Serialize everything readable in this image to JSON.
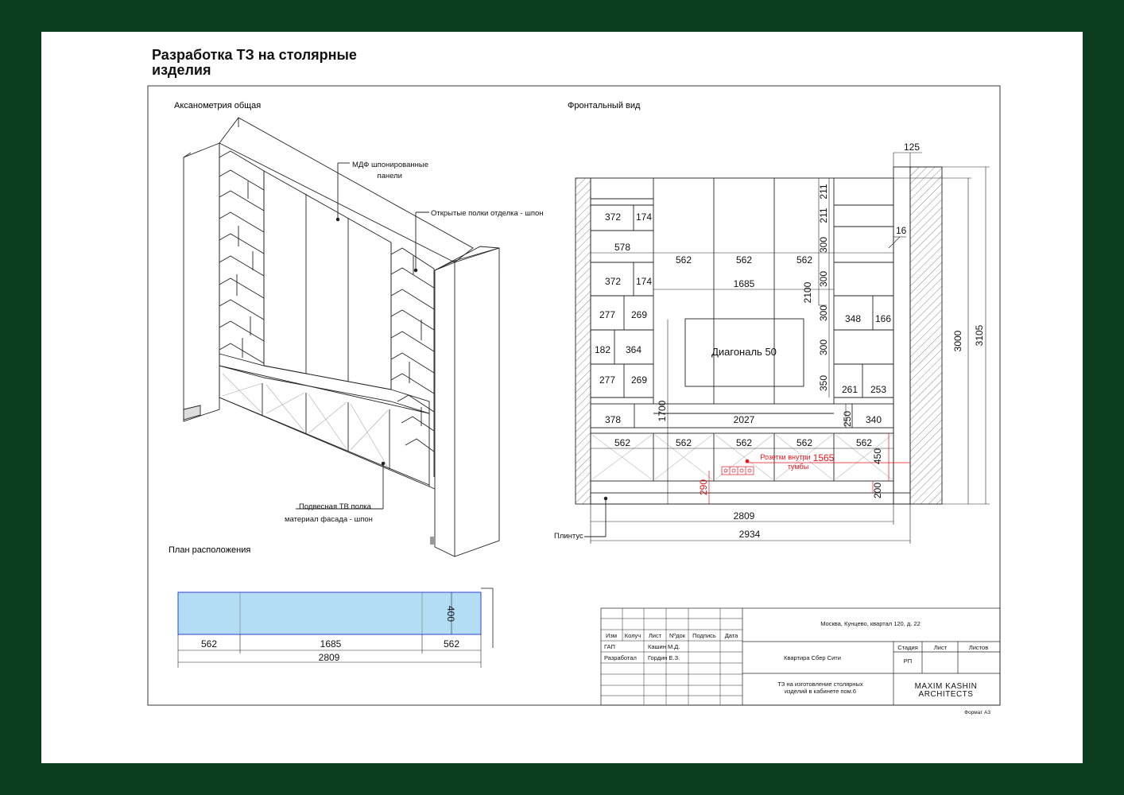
{
  "title": {
    "line1": "Разработка ТЗ на столярные",
    "line2": "изделия"
  },
  "views": {
    "axonometry": "Аксанометрия общая",
    "front": "Фронтальный вид",
    "plan": "План расположения"
  },
  "callouts": {
    "mdf_line1": "МДФ шпонированные",
    "mdf_line2": "панели",
    "open_shelves": "Открытые полки отделка - шпон",
    "tv_shelf_line1": "Подвесная ТВ полка",
    "tv_shelf_line2": "материал фасада - шпон",
    "plinth": "Плинтус",
    "sockets_line1": "Розетки внутри",
    "sockets_line2": "тумбы",
    "tv": "Диагональ 50"
  },
  "dims": {
    "d125": "125",
    "d16": "16",
    "d3000": "3000",
    "d3105": "3105",
    "d372a": "372",
    "d174a": "174",
    "d578": "578",
    "d372b": "372",
    "d174b": "174",
    "d277a": "277",
    "d269a": "269",
    "d182": "182",
    "d364": "364",
    "d277b": "277",
    "d269b": "269",
    "d378": "378",
    "d1700": "1700",
    "d2027": "2027",
    "d250": "250",
    "d340": "340",
    "d562a": "562",
    "d562b": "562",
    "d562c": "562",
    "d1685": "1685",
    "d2100": "2100",
    "d211a": "211",
    "d211b": "211",
    "d300a": "300",
    "d300b": "300",
    "d300c": "300",
    "d300d": "300",
    "d350": "350",
    "d348": "348",
    "d166": "166",
    "d261": "261",
    "d253": "253",
    "b562a": "562",
    "b562b": "562",
    "b562c": "562",
    "b562d": "562",
    "b562e": "562",
    "d1565": "1565",
    "d450": "450",
    "d290": "290",
    "d200": "200",
    "d2809": "2809",
    "d2934": "2934",
    "p400": "400",
    "p562a": "562",
    "p1685": "1685",
    "p562b": "562",
    "p2809": "2809"
  },
  "stamp": {
    "address": "Москва, Кунцево, квартал 120, д. 22",
    "col_izm": "Изм",
    "col_koluch": "Колуч",
    "col_list": "Лист",
    "col_ndok": "Nºдок",
    "col_podpis": "Подпись",
    "col_data": "Дата",
    "role1": "ГАП",
    "name1": "Кашин М.Д.",
    "role2": "Разработал",
    "name2": "Гордин Е.З.",
    "project": "Квартира Сбер Сити",
    "stage_label": "Стадия",
    "sheet_label": "Лист",
    "sheets_label": "Листов",
    "stage_value": "РП",
    "desc_line1": "ТЗ на изготовление столярных",
    "desc_line2": "изделий в кабинете пом.6",
    "firm_line1": "MAXIM KASHIN",
    "firm_line2": "ARCHITECTS",
    "format": "Формат А3"
  },
  "colors": {
    "frame": "#0b3d1f",
    "plan_fill": "#b3ddf5",
    "plan_stroke": "#1e2fd0",
    "red": "#e8141e"
  }
}
